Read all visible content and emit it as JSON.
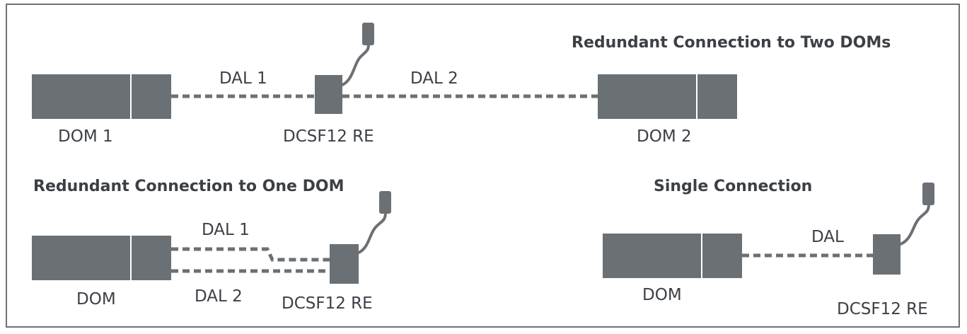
{
  "colors": {
    "device": "#6b7075",
    "text": "#3c4046",
    "border": "#6b7075"
  },
  "sections": {
    "two_doms": {
      "title": "Redundant Connection to Two DOMs",
      "dom1_label": "DOM 1",
      "dom2_label": "DOM 2",
      "device_label": "DCSF12 RE",
      "link1_label": "DAL 1",
      "link2_label": "DAL 2"
    },
    "one_dom": {
      "title": "Redundant Connection to One DOM",
      "dom_label": "DOM",
      "device_label": "DCSF12 RE",
      "link1_label": "DAL 1",
      "link2_label": "DAL 2"
    },
    "single": {
      "title": "Single Connection",
      "dom_label": "DOM",
      "device_label": "DCSF12 RE",
      "link_label": "DAL"
    }
  }
}
